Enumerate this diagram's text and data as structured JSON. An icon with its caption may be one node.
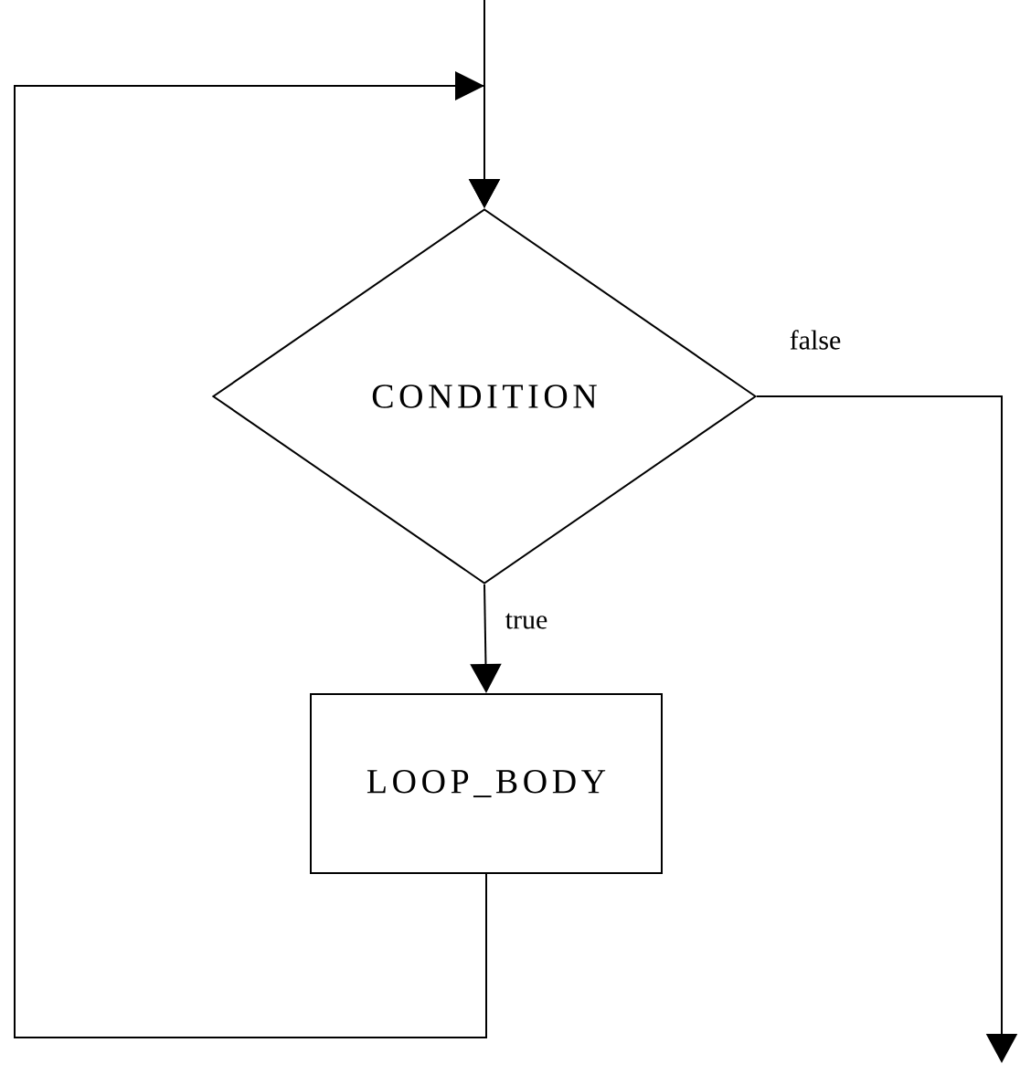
{
  "diagram": {
    "nodes": [
      {
        "text": [
          "CONDITION"
        ]
      },
      {
        "text": [
          "LOOP_BODY"
        ]
      }
    ],
    "edges": [
      {
        "from": null,
        "to": 0,
        "arrow": "to"
      },
      {
        "from": 1,
        "to": 0,
        "arrow": "to"
      },
      {
        "from": 0,
        "to": 1,
        "arrow": "to",
        "label": "true"
      },
      {
        "from": 0,
        "to": null,
        "arrow": "to",
        "label": "false"
      }
    ]
  }
}
